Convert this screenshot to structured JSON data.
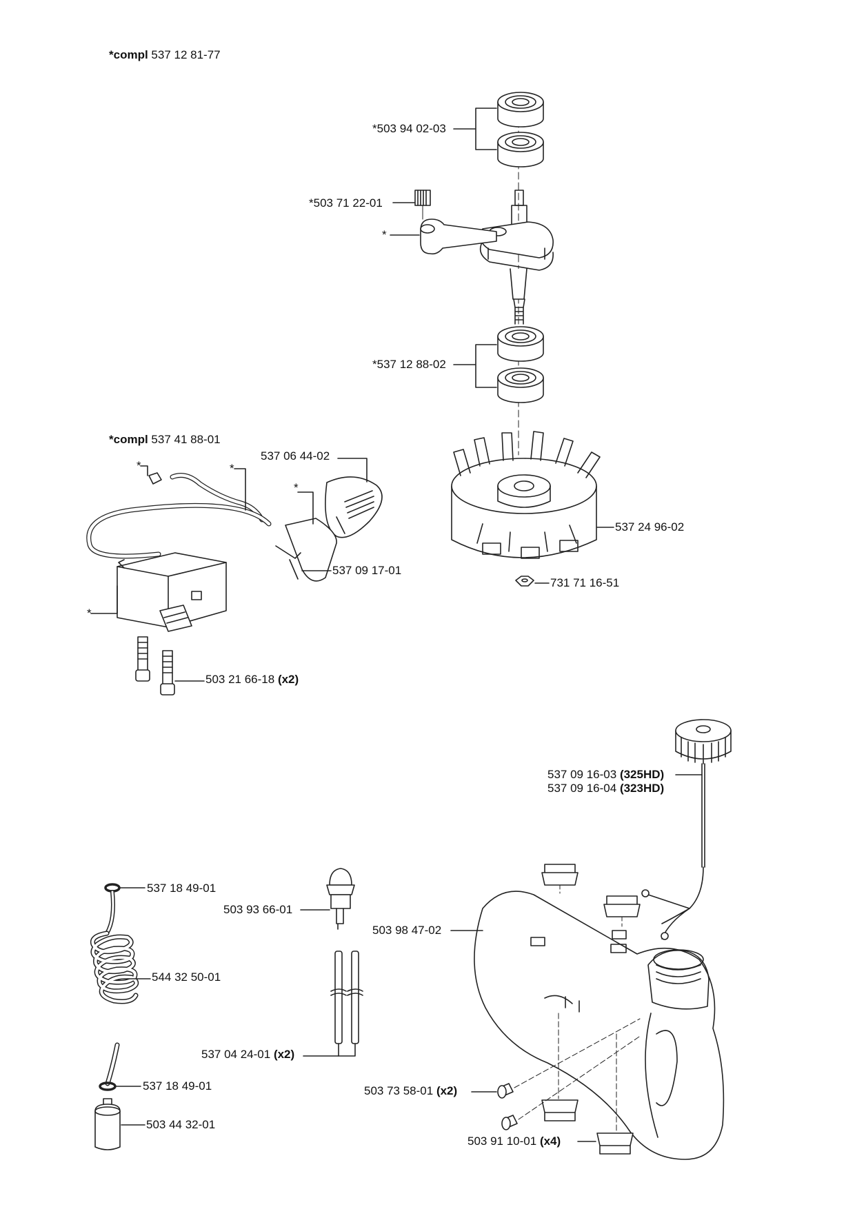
{
  "groups": [
    {
      "prefix": "*compl",
      "part": "537 12 81-77"
    },
    {
      "prefix": "*compl",
      "part": "537 41 88-01"
    }
  ],
  "labels": {
    "bearing_top": "*503 94 02-03",
    "needle_bearing": "*503 71 22-01",
    "conrod_star": "*",
    "bearing_bottom": "*537 12 88-02",
    "coil_cover": "537 06 44-02",
    "star_a": "*",
    "star_b": "*",
    "star_c": "*",
    "star_d": "*",
    "flywheel": "537 24 96-02",
    "wire_clip": "537 09 17-01",
    "nut": "731 71 16-51",
    "screw": "503 21 66-18",
    "screw_qty": "(x2)",
    "fuel_cap_1": "537 09 16-03",
    "fuel_cap_1_model": "(325HD)",
    "fuel_cap_2": "537 09 16-04",
    "fuel_cap_2_model": "(323HD)",
    "oring_top": "537 18 49-01",
    "primer": "503 93 66-01",
    "fuel_tank": "503 98 47-02",
    "fuel_hose": "544 32 50-01",
    "pipe": "537 04 24-01",
    "pipe_qty": "(x2)",
    "oring_bottom": "537 18 49-01",
    "plug": "503 73 58-01",
    "plug_qty": "(x2)",
    "fuel_filter": "503 44 32-01",
    "damper": "503 91 10-01",
    "damper_qty": "(x4)"
  }
}
